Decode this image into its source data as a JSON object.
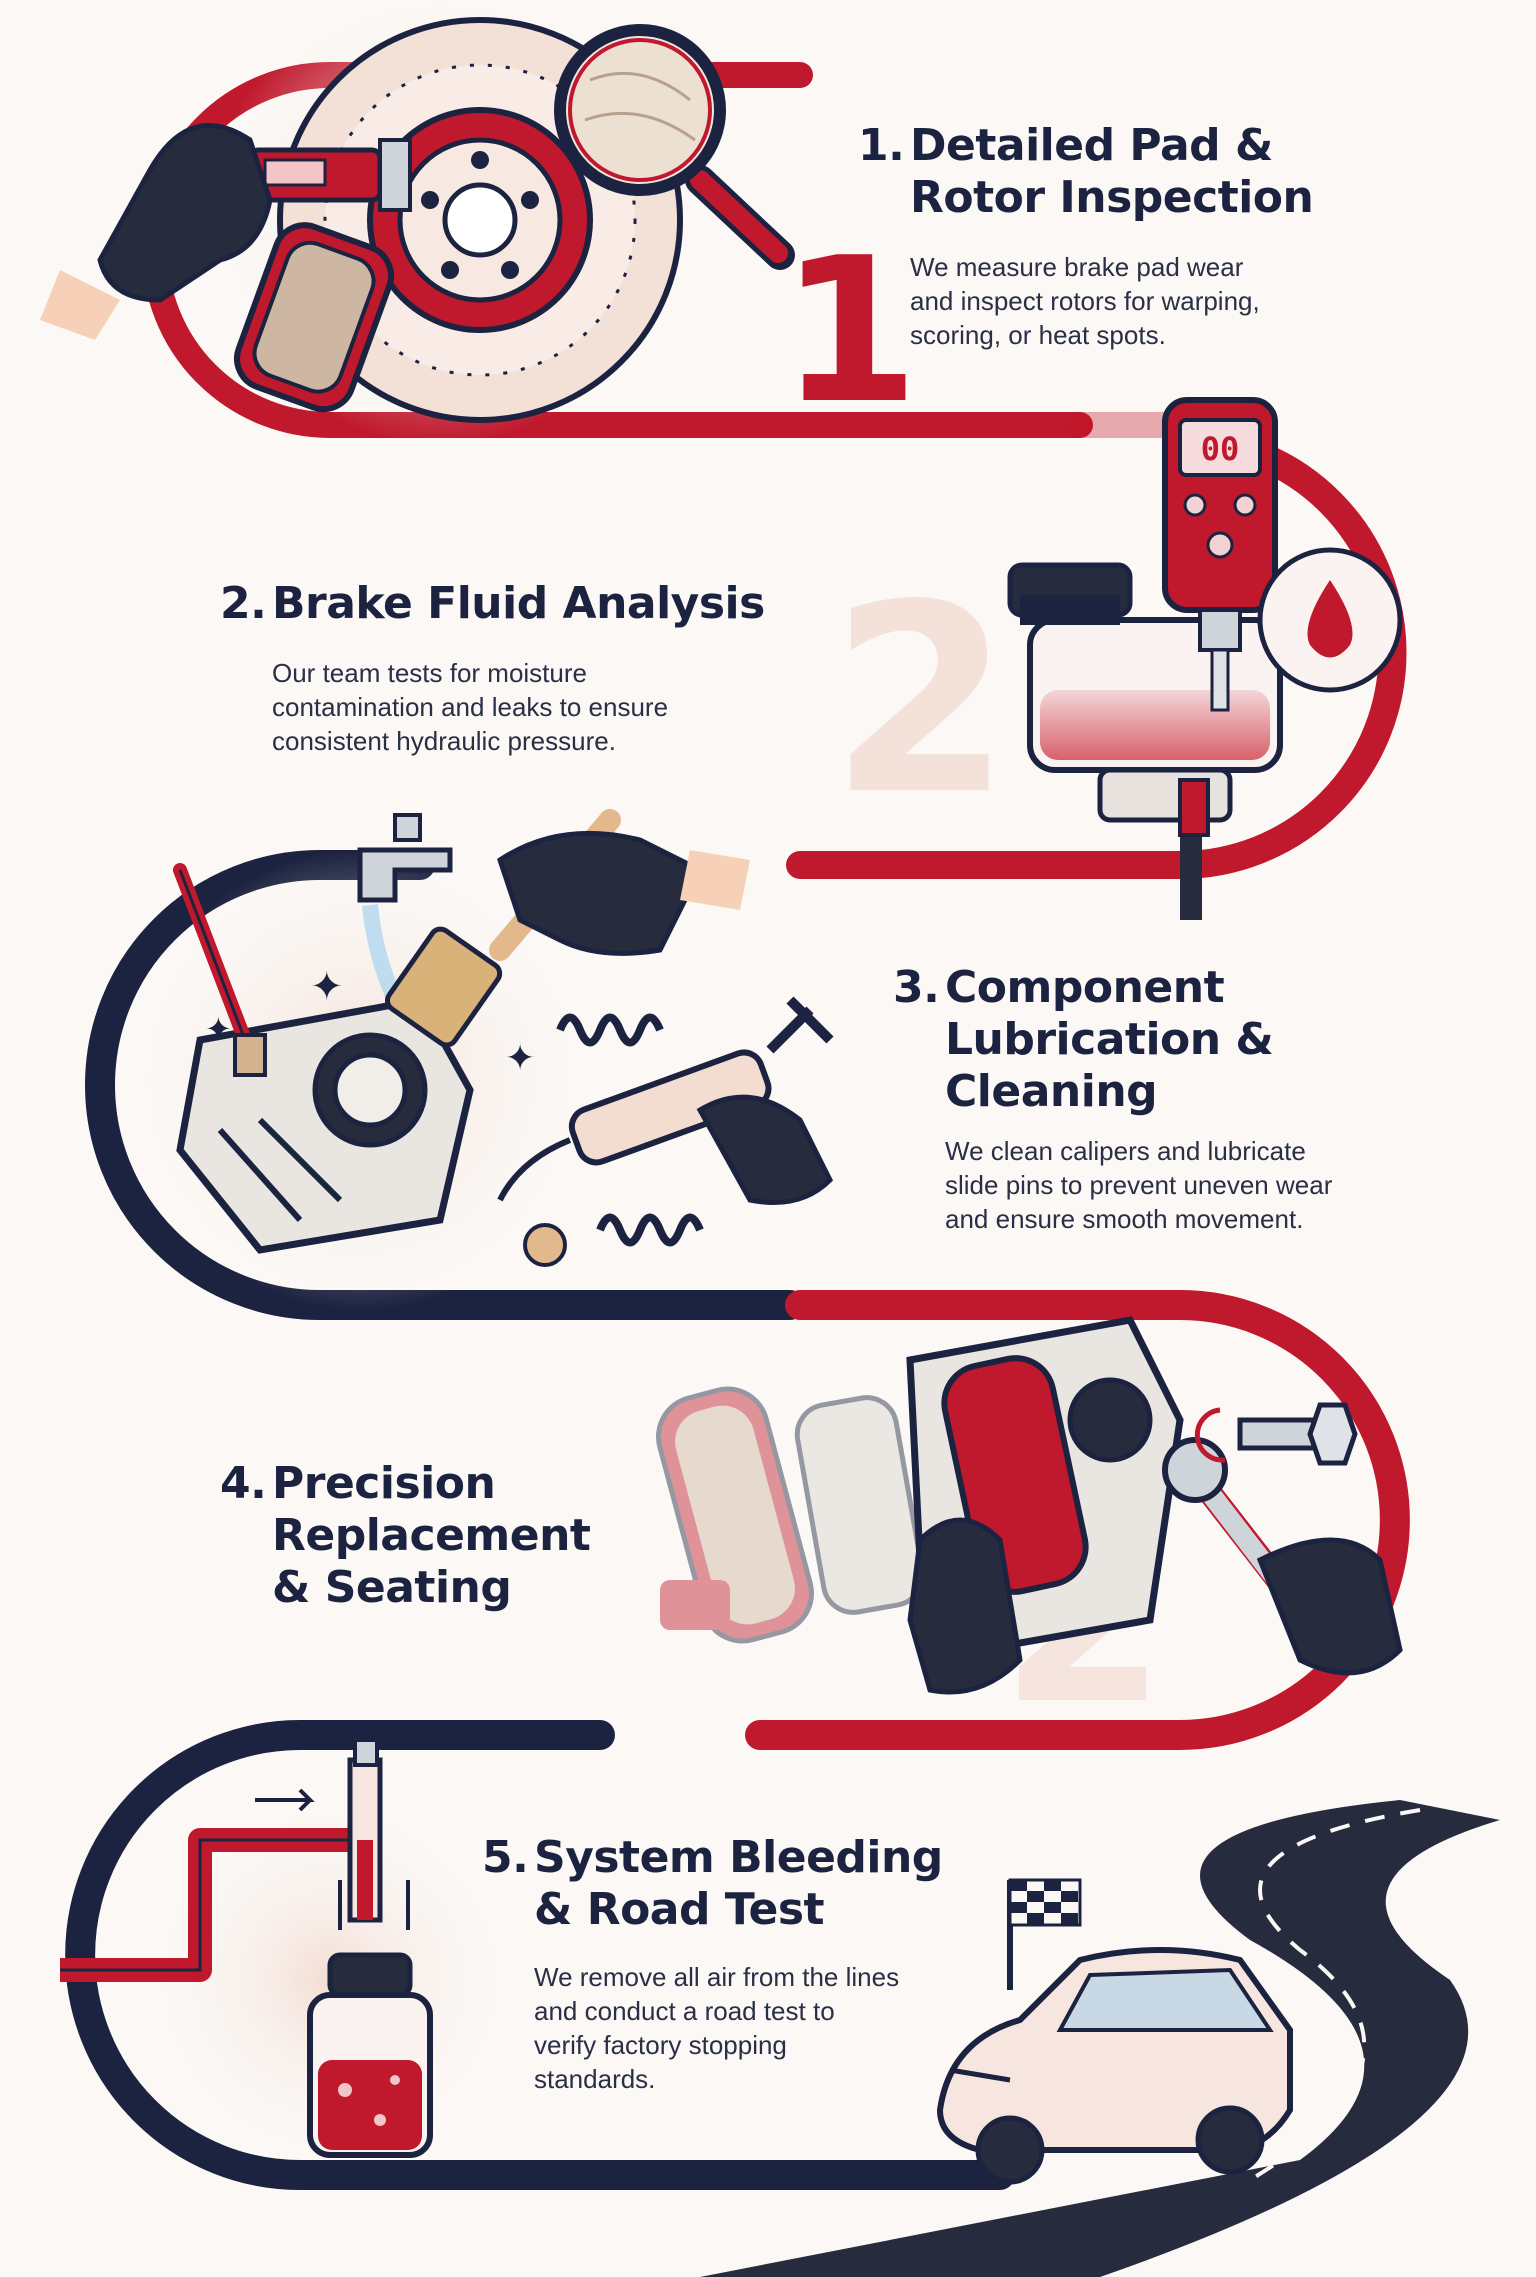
{
  "steps": [
    {
      "number": "1.",
      "title_lines": [
        "Detailed Pad &",
        "Rotor Inspection"
      ],
      "body_lines": [
        "We measure brake pad wear",
        "and inspect rotors for warping,",
        "scoring, or heat spots."
      ],
      "big_numeral": "1",
      "icons": [
        "caliper-gauge-icon",
        "brake-rotor-icon",
        "magnifier-icon",
        "brake-pad-icon"
      ]
    },
    {
      "number": "2.",
      "title_lines": [
        "Brake Fluid Analysis"
      ],
      "body_lines": [
        "Our team tests for moisture",
        "contamination and leaks to ensure",
        "consistent hydraulic pressure."
      ],
      "big_numeral": "2",
      "tester_display": "00",
      "icons": [
        "fluid-tester-icon",
        "master-cylinder-icon",
        "fluid-drop-icon"
      ]
    },
    {
      "number": "3.",
      "title_lines": [
        "Component",
        "Lubrication &",
        "Cleaning"
      ],
      "body_lines": [
        "We clean calipers and lubricate",
        "slide pins to prevent uneven wear",
        "and ensure smooth movement."
      ],
      "icons": [
        "faucet-icon",
        "brush-icon",
        "caliper-icon",
        "spring-icon",
        "grease-gun-icon"
      ]
    },
    {
      "number": "4.",
      "title_lines": [
        "Precision",
        "Replacement",
        "& Seating"
      ],
      "body_lines": [],
      "icons": [
        "old-brake-pads-icon",
        "new-pad-caliper-icon",
        "wrench-icon",
        "bolt-icon"
      ]
    },
    {
      "number": "5.",
      "title_lines": [
        "System Bleeding",
        "& Road Test"
      ],
      "body_lines": [
        "We remove all air from the lines",
        "and conduct a road test to",
        "verify factory stopping",
        "standards."
      ],
      "icons": [
        "bleed-bottle-icon",
        "brake-line-icon",
        "checkered-flag-icon",
        "car-icon",
        "road-icon"
      ]
    }
  ],
  "colors": {
    "accent_red": "#c0182c",
    "navy": "#1c2340",
    "cream": "#f6e6df",
    "background": "#fbf8f5"
  }
}
